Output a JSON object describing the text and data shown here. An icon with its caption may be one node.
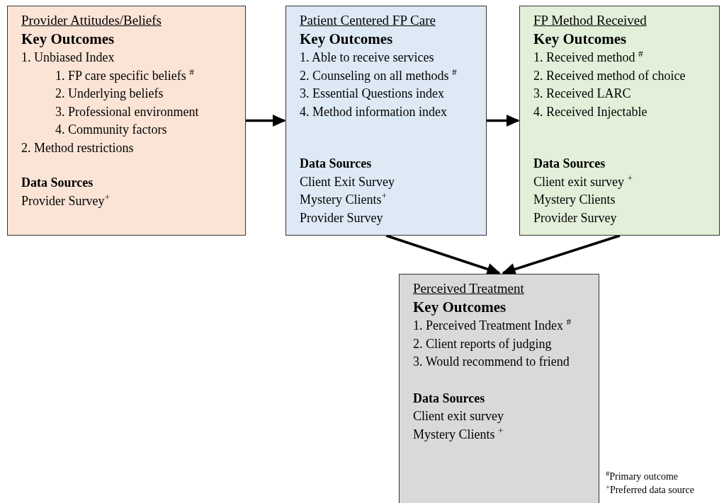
{
  "diagram": {
    "nodes": [
      {
        "text": [
          "Provider Attitudes/Beliefs",
          "Key Outcomes",
          "1. Unbiased Index",
          "1. FP care specific beliefs $^{#}$",
          "2. Underlying beliefs",
          "3. Professional environment",
          "4. Community factors",
          "2. Method restrictions",
          "Data Sources",
          "Provider Survey$^{+}$"
        ]
      },
      {
        "text": [
          "Patient Centered FP Care",
          "Key Outcomes",
          "1. Able to receive services",
          "2. Counseling on all methods $^{#}$",
          "3. Essential Questions index",
          "4. Method information index",
          "Data Sources",
          "Client Exit Survey",
          "Mystery Clients$^{+}$",
          "Provider Survey"
        ]
      },
      {
        "text": [
          "FP Method Received",
          "Key Outcomes",
          "1. Received method $^{#}$",
          "2. Received method of choice",
          "3. Received LARC",
          "4. Received Injectable",
          "Data Sources",
          "Client exit survey $^{+}$",
          "Mystery Clients",
          "Provider Survey"
        ]
      },
      {
        "text": [
          "Perceived Treatment",
          "Key Outcomes",
          "1. Perceived Treatment Index $^{#}$",
          "2. Client reports of judging",
          "3. Would recommend to friend",
          "Data Sources",
          "Client exit survey",
          "Mystery Clients $^{+}$"
        ]
      }
    ],
    "edges": [
      {
        "from": 0,
        "to": 1,
        "arrow": "to"
      },
      {
        "from": 1,
        "to": 2,
        "arrow": "to"
      },
      {
        "from": 1,
        "to": 3,
        "arrow": "to"
      },
      {
        "from": 2,
        "to": 3,
        "arrow": "to"
      }
    ],
    "labels": [
      "$^{#}$Primary outcome",
      "$^{+}$Preferred data source"
    ]
  }
}
